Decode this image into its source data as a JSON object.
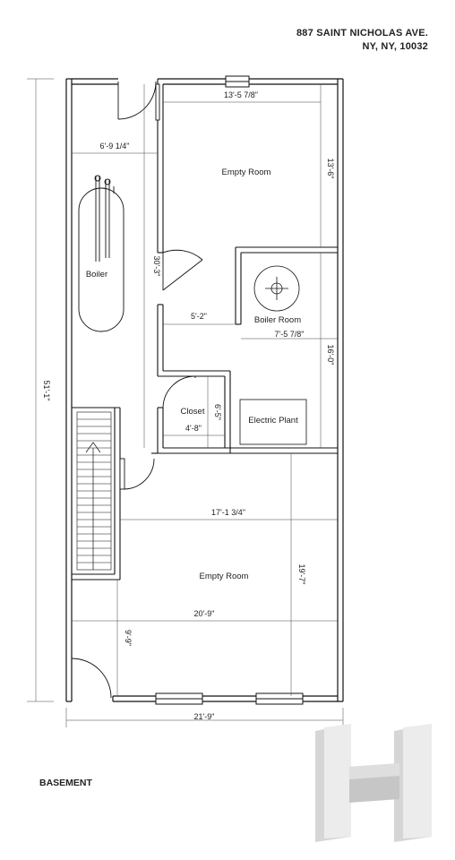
{
  "header": {
    "address_line1": "887 SAINT NICHOLAS AVE.",
    "address_line2": "NY, NY, 10032"
  },
  "sheet_label": "BASEMENT",
  "rooms": {
    "empty_room_top": "Empty Room",
    "boiler": "Boiler",
    "boiler_room": "Boiler Room",
    "closet": "Closet",
    "electric_plant": "Electric Plant",
    "empty_room_bottom": "Empty Room"
  },
  "dimensions": {
    "top_room_width": "13'-5 7/8\"",
    "top_room_depth": "13'-6\"",
    "corridor_width": "6'-9 1/4\"",
    "corridor_length": "30'-3\"",
    "passage_width": "5'-2\"",
    "boiler_room_width": "7'-5 7/8\"",
    "boiler_room_depth": "16'-0\"",
    "closet_depth": "6'-5\"",
    "closet_width": "4'-8\"",
    "bottom_room_width": "17'-1 3/4\"",
    "bottom_room_depth": "19'-7\"",
    "lower_width": "20'-9\"",
    "front_depth": "9'-9\"",
    "overall_depth": "51'-1\"",
    "overall_width": "21'-9\""
  },
  "logo": {
    "letter": "H",
    "color": "#c8c8c8"
  }
}
